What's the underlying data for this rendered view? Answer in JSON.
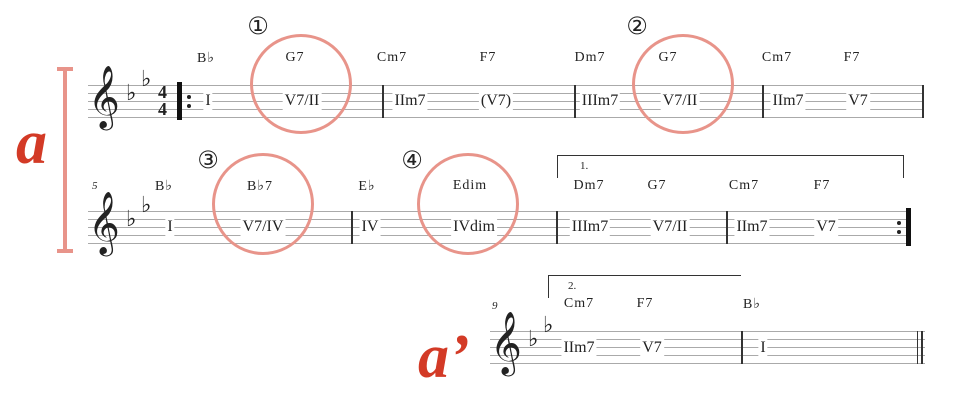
{
  "sections": {
    "a": "a",
    "a_prime": "a’"
  },
  "markers": [
    "①",
    "②",
    "③",
    "④"
  ],
  "time_signature": {
    "top": "4",
    "bottom": "4"
  },
  "measure_numbers": [
    "5",
    "9"
  ],
  "voltas": [
    "1.",
    "2."
  ],
  "clef": "𝄞",
  "flat": "♭",
  "row1": {
    "chords": [
      "B♭",
      "G7",
      "Cm7",
      "F7",
      "Dm7",
      "G7",
      "Cm7",
      "F7"
    ],
    "romans": [
      "I",
      "V7/II",
      "IIm7",
      "(V7)",
      "IIIm7",
      "V7/II",
      "IIm7",
      "V7"
    ]
  },
  "row2": {
    "chords": [
      "B♭",
      "B♭7",
      "E♭",
      "Edim",
      "Dm7",
      "G7",
      "Cm7",
      "F7"
    ],
    "romans": [
      "I",
      "V7/IV",
      "IV",
      "IVdim",
      "IIIm7",
      "V7/II",
      "IIm7",
      "V7"
    ]
  },
  "row3": {
    "chords": [
      "Cm7",
      "F7",
      "B♭"
    ],
    "romans": [
      "IIm7",
      "V7",
      "I"
    ]
  },
  "colors": {
    "accent": "#d33a26",
    "circle": "#e8948a"
  }
}
